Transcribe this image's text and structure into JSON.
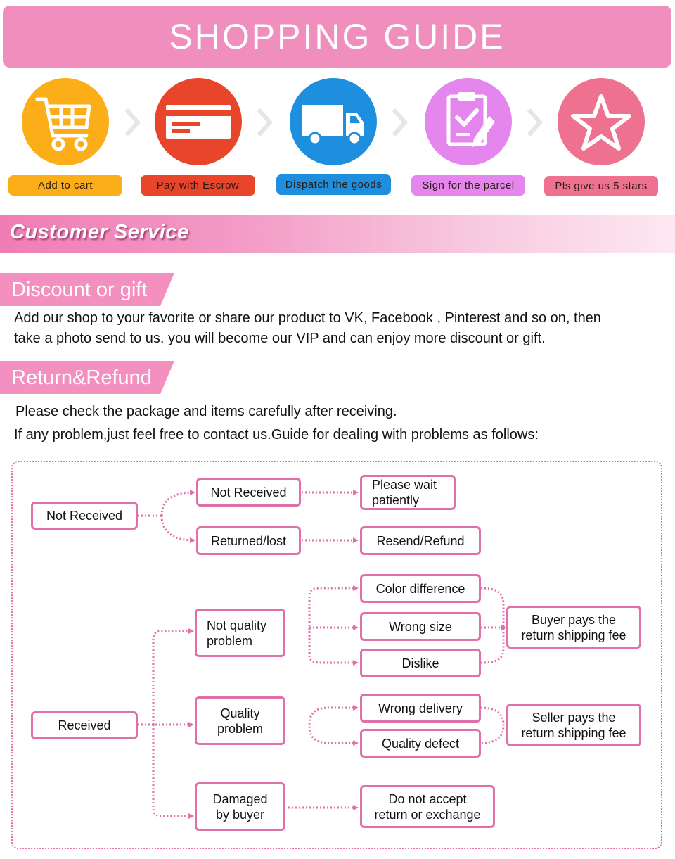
{
  "banner": {
    "title": "SHOPPING GUIDE"
  },
  "steps": [
    {
      "label": "Add to cart",
      "icon": "cart-icon",
      "circle_color": "#fbae18",
      "label_color": "#fbae18"
    },
    {
      "label": "Pay with Escrow",
      "icon": "payment-card-icon",
      "circle_color": "#e8452a",
      "label_color": "#e8452a"
    },
    {
      "label": "Dispatch the goods",
      "icon": "delivery-truck-icon",
      "circle_color": "#1e8fde",
      "label_color": "#1e8fde"
    },
    {
      "label": "Sign for the parcel",
      "icon": "clipboard-check-icon",
      "circle_color": "#e486ee",
      "label_color": "#e486ee"
    },
    {
      "label": "Pls give us 5 stars",
      "icon": "star-icon",
      "circle_color": "#ee7190",
      "label_color": "#ee7190"
    }
  ],
  "customer_service": {
    "title": "Customer Service"
  },
  "discount": {
    "title": "Discount or gift",
    "line1": "Add our shop to your favorite or share our product to VK, Facebook , Pinterest and so on, then",
    "line2": "take a photo send to us. you will become our VIP and can enjoy more discount or gift."
  },
  "refund": {
    "title": "Return&Refund",
    "line1": "Please check the package and items carefully after receiving.",
    "line2": "If any problem,just feel free to contact us.Guide for dealing with problems as follows:"
  },
  "flow": {
    "not_received": "Not Received",
    "nr_not_received": "Not Received",
    "nr_returned_lost": "Returned/lost",
    "please_wait_1": "Please wait",
    "please_wait_2": "patiently",
    "resend_refund": "Resend/Refund",
    "received": "Received",
    "not_quality_1": "Not quality",
    "not_quality_2": "problem",
    "quality_1": "Quality",
    "quality_2": "problem",
    "damaged_1": "Damaged",
    "damaged_2": "by buyer",
    "color_difference": "Color difference",
    "wrong_size": "Wrong size",
    "dislike": "Dislike",
    "buyer_pays_1": "Buyer pays the",
    "buyer_pays_2": "return shipping fee",
    "wrong_delivery": "Wrong delivery",
    "quality_defect": "Quality defect",
    "seller_pays_1": "Seller pays the",
    "seller_pays_2": "return shipping fee",
    "no_accept_1": "Do not accept",
    "no_accept_2": "return or exchange"
  },
  "colors": {
    "pink": "#f08fbd",
    "border_pink": "#e070a8"
  }
}
